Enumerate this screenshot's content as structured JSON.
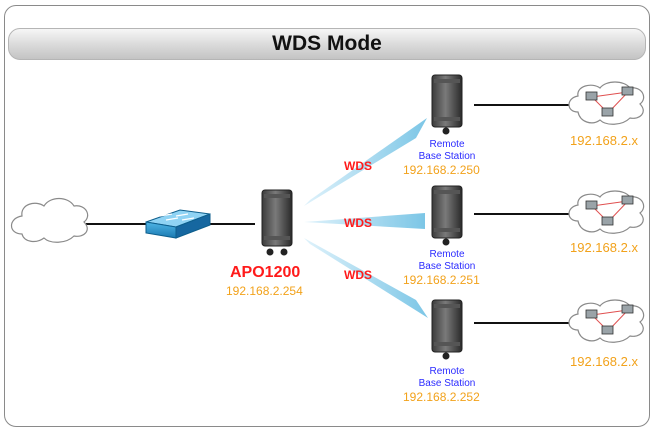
{
  "diagram": {
    "title": "WDS Mode",
    "main_device": {
      "name": "APO1200",
      "ip": "192.168.2.254"
    },
    "link_label": "WDS",
    "remote_stations": [
      {
        "label_line1": "Remote",
        "label_line2": "Base Station",
        "ip": "192.168.2.250",
        "network_ip": "192.168.2.x"
      },
      {
        "label_line1": "Remote",
        "label_line2": "Base Station",
        "ip": "192.168.2.251",
        "network_ip": "192.168.2.x"
      },
      {
        "label_line1": "Remote",
        "label_line2": "Base Station",
        "ip": "192.168.2.252",
        "network_ip": "192.168.2.x"
      }
    ]
  },
  "colors": {
    "wds_label": "#ff1a1a",
    "device_name": "#ff1a1a",
    "ip_text": "#f2a21b",
    "remote_label": "#2b2bff",
    "wireless_beam": "#9fd6ee",
    "switch": "#1f8fc8"
  },
  "icons": [
    "cloud-icon",
    "switch-icon",
    "access-point-icon",
    "lan-cloud-icon"
  ]
}
